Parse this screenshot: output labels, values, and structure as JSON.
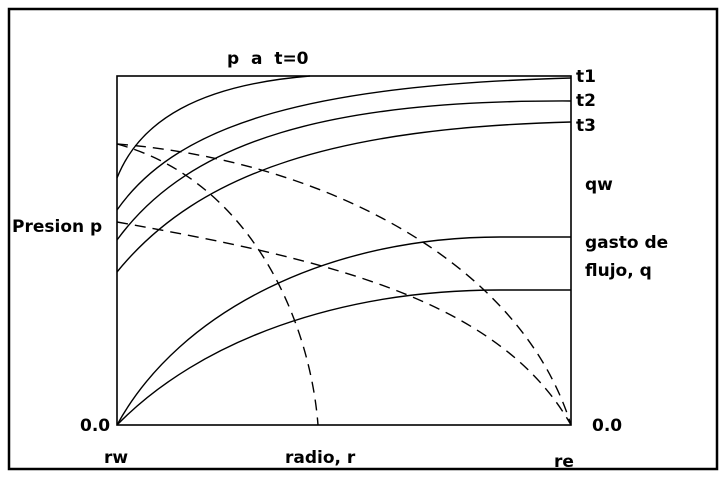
{
  "labels": {
    "top_pressure": "p  a  t=0",
    "y_left": "Presion p",
    "y_left_zero": "0.0",
    "x_left": "rw",
    "x_mid": "radio, r",
    "x_right": "re",
    "right_t1": "t1",
    "right_t2": "t2",
    "right_t3": "t3",
    "right_qw": "qw",
    "right_rate_line1": "gasto de",
    "right_rate_line2": "flujo, q",
    "right_zero": "0.0"
  }
}
